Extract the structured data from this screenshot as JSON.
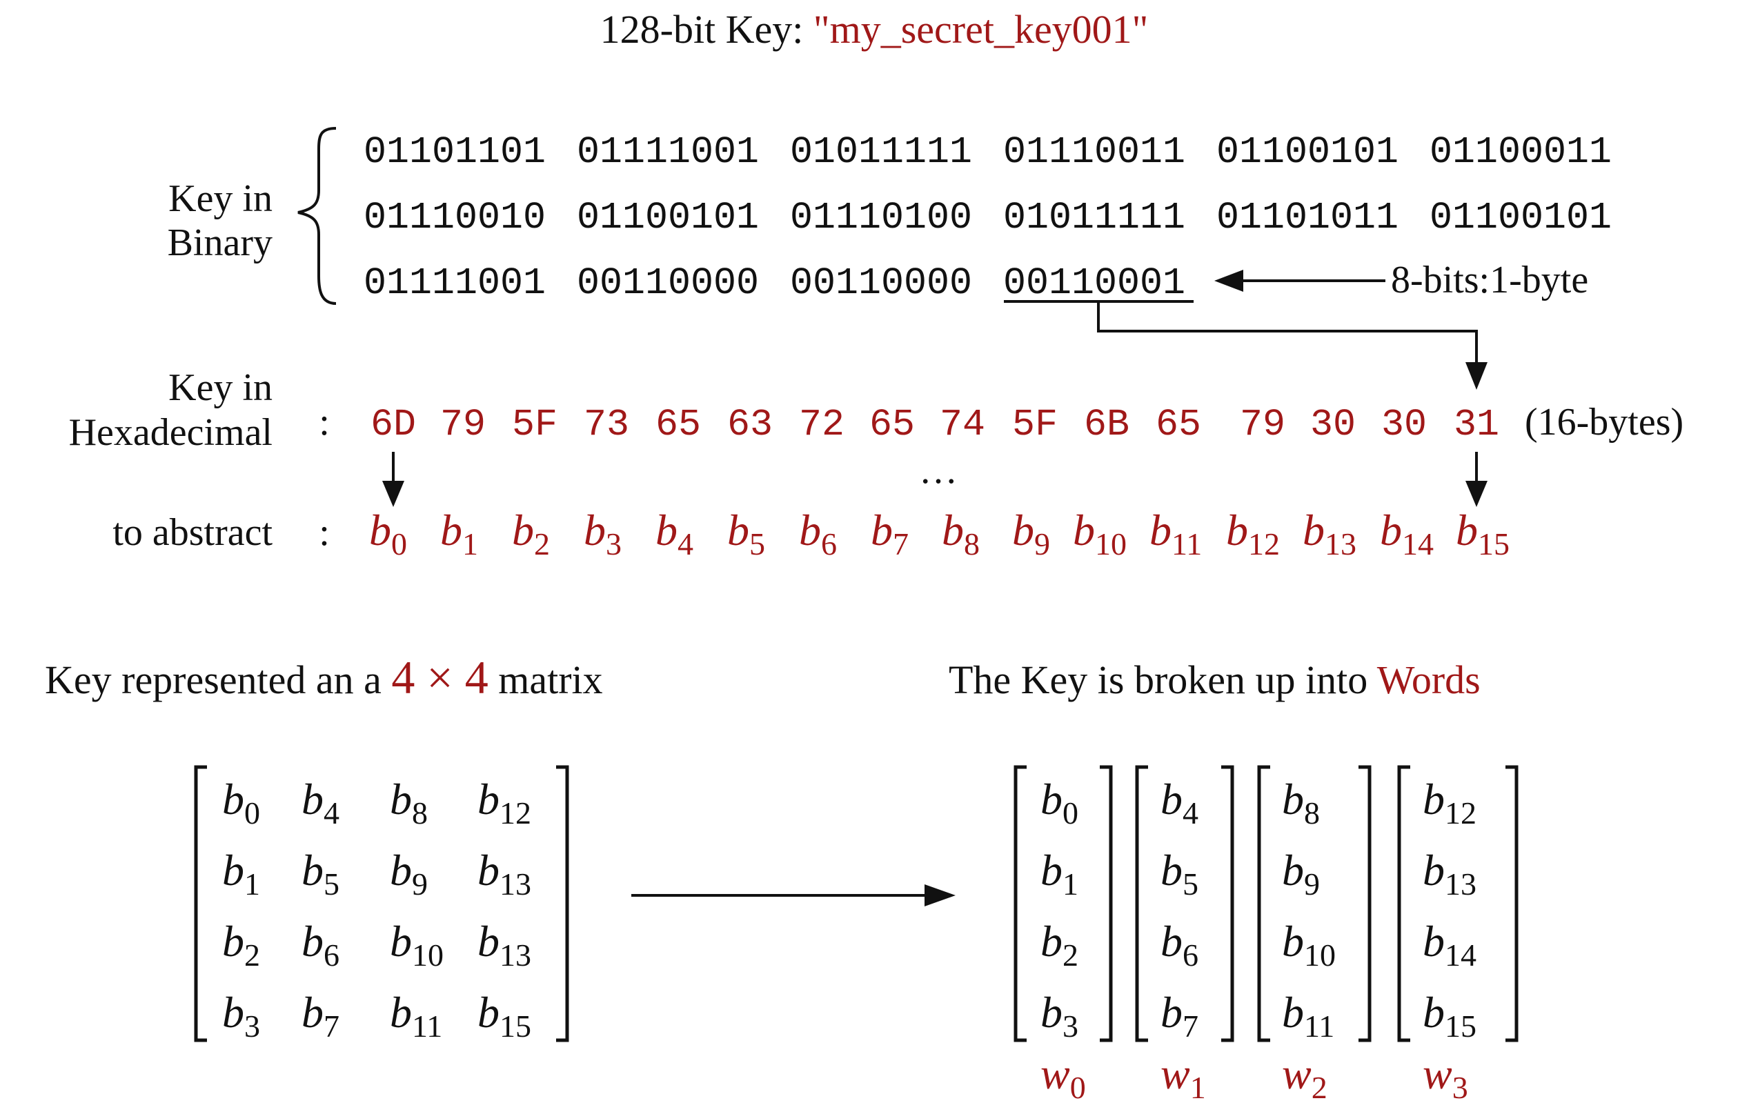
{
  "title": {
    "prefix": "128-bit Key: ",
    "key": "\"my_secret_key001\""
  },
  "colors": {
    "text": "#111111",
    "accent": "#a01818"
  },
  "binary": {
    "label_line1": "Key in",
    "label_line2": "Binary",
    "rows": [
      [
        "01101101",
        "01111001",
        "01011111",
        "01110011",
        "01100101",
        "01100011"
      ],
      [
        "01110010",
        "01100101",
        "01110100",
        "01011111",
        "01101011",
        "01100101"
      ],
      [
        "01111001",
        "00110000",
        "00110000",
        "00110001"
      ]
    ],
    "byte_note": "8-bits:1-byte"
  },
  "hex": {
    "label_line1": "Key in",
    "label_line2": "Hexadecimal",
    "colon": ":",
    "bytes": [
      "6D",
      "79",
      "5F",
      "73",
      "65",
      "63",
      "72",
      "65",
      "74",
      "5F",
      "6B",
      "65",
      "79",
      "30",
      "30",
      "31"
    ],
    "note": "(16-bytes)",
    "ellipsis": "…"
  },
  "abstract": {
    "label": "to abstract",
    "colon": ":",
    "symbol": "b",
    "indices": [
      "0",
      "1",
      "2",
      "3",
      "4",
      "5",
      "6",
      "7",
      "8",
      "9",
      "10",
      "11",
      "12",
      "13",
      "14",
      "15"
    ]
  },
  "matrix": {
    "caption_prefix": "Key represented an a ",
    "caption_size": "4 × 4",
    "caption_suffix": " matrix",
    "symbol": "b",
    "rows": [
      [
        "0",
        "4",
        "8",
        "12"
      ],
      [
        "1",
        "5",
        "9",
        "13"
      ],
      [
        "2",
        "6",
        "10",
        "13"
      ],
      [
        "3",
        "7",
        "11",
        "15"
      ]
    ]
  },
  "words": {
    "caption_prefix": "The Key is broken up into ",
    "caption_highlight": "Words",
    "symbol": "b",
    "word_symbol": "w",
    "columns": [
      {
        "entries": [
          "0",
          "1",
          "2",
          "3"
        ],
        "word_index": "0"
      },
      {
        "entries": [
          "4",
          "5",
          "6",
          "7"
        ],
        "word_index": "1"
      },
      {
        "entries": [
          "8",
          "9",
          "10",
          "11"
        ],
        "word_index": "2"
      },
      {
        "entries": [
          "12",
          "13",
          "14",
          "15"
        ],
        "word_index": "3"
      }
    ]
  }
}
